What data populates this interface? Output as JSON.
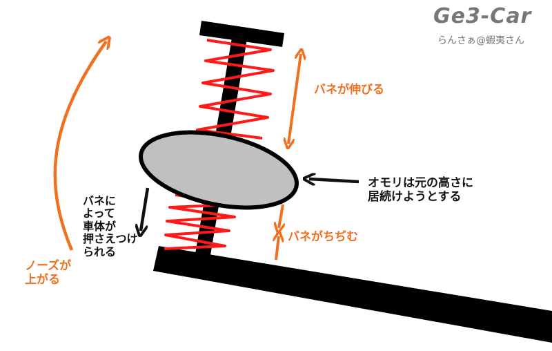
{
  "logo": {
    "title": "Ge3-Car",
    "subtitle": "らんさぁ@蝦夷さん"
  },
  "labels": {
    "spring_extends": "バネが伸びる",
    "weight_keeps_height": "オモリは元の高さに\n居続けようとする",
    "spring_compresses": "バネがちぢむ",
    "body_pressed": "バネに\nよって\n車体が\n押さえつけ\nられる",
    "nose_rises": "ノーズが\n上がる"
  },
  "colors": {
    "spring": "#ff1a1a",
    "arrow_orange": "#f07020",
    "weight_fill": "#c0c0c0",
    "structure": "#000000"
  }
}
